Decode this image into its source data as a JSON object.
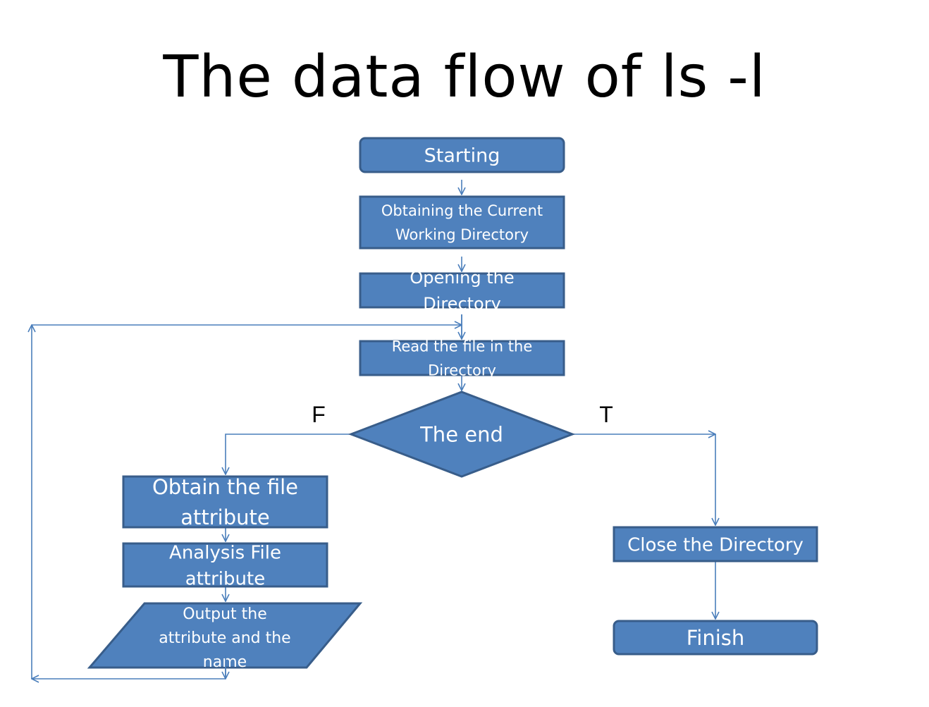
{
  "title": "The data flow of ls -l",
  "colors": {
    "box_fill": "#4f81bd",
    "box_stroke": "#385d8a",
    "connector": "#4a7ebb",
    "text": "#ffffff",
    "title": "#000000"
  },
  "nodes": {
    "starting": {
      "shape": "rounded-rect",
      "lines": [
        "Starting"
      ]
    },
    "obtain_cwd": {
      "shape": "rect",
      "lines": [
        "Obtaining the Current",
        "Working Directory"
      ]
    },
    "opening_dir": {
      "shape": "rect",
      "lines": [
        "Opening the",
        "Directory"
      ]
    },
    "read_file": {
      "shape": "rect",
      "lines": [
        "Read the file in the",
        "Directory"
      ]
    },
    "the_end": {
      "shape": "diamond",
      "lines": [
        "The end"
      ]
    },
    "obtain_attr": {
      "shape": "rect",
      "lines": [
        "Obtain the file",
        "attribute"
      ]
    },
    "analysis_attr": {
      "shape": "rect",
      "lines": [
        "Analysis File",
        "attribute"
      ]
    },
    "output": {
      "shape": "parallelogram",
      "lines": [
        "Output the",
        "attribute and the",
        "name"
      ]
    },
    "close_dir": {
      "shape": "rect",
      "lines": [
        "Close the Directory"
      ]
    },
    "finish": {
      "shape": "rounded-rect",
      "lines": [
        "Finish"
      ]
    }
  },
  "branches": {
    "false_label": "F",
    "true_label": "T"
  },
  "edges": [
    {
      "from": "starting",
      "to": "obtain_cwd"
    },
    {
      "from": "obtain_cwd",
      "to": "opening_dir"
    },
    {
      "from": "opening_dir",
      "to": "read_file"
    },
    {
      "from": "read_file",
      "to": "the_end"
    },
    {
      "from": "the_end",
      "to": "obtain_attr",
      "label": "F"
    },
    {
      "from": "the_end",
      "to": "close_dir",
      "label": "T"
    },
    {
      "from": "obtain_attr",
      "to": "analysis_attr"
    },
    {
      "from": "analysis_attr",
      "to": "output"
    },
    {
      "from": "output",
      "to": "read_file",
      "kind": "loop-back"
    },
    {
      "from": "close_dir",
      "to": "finish"
    }
  ]
}
